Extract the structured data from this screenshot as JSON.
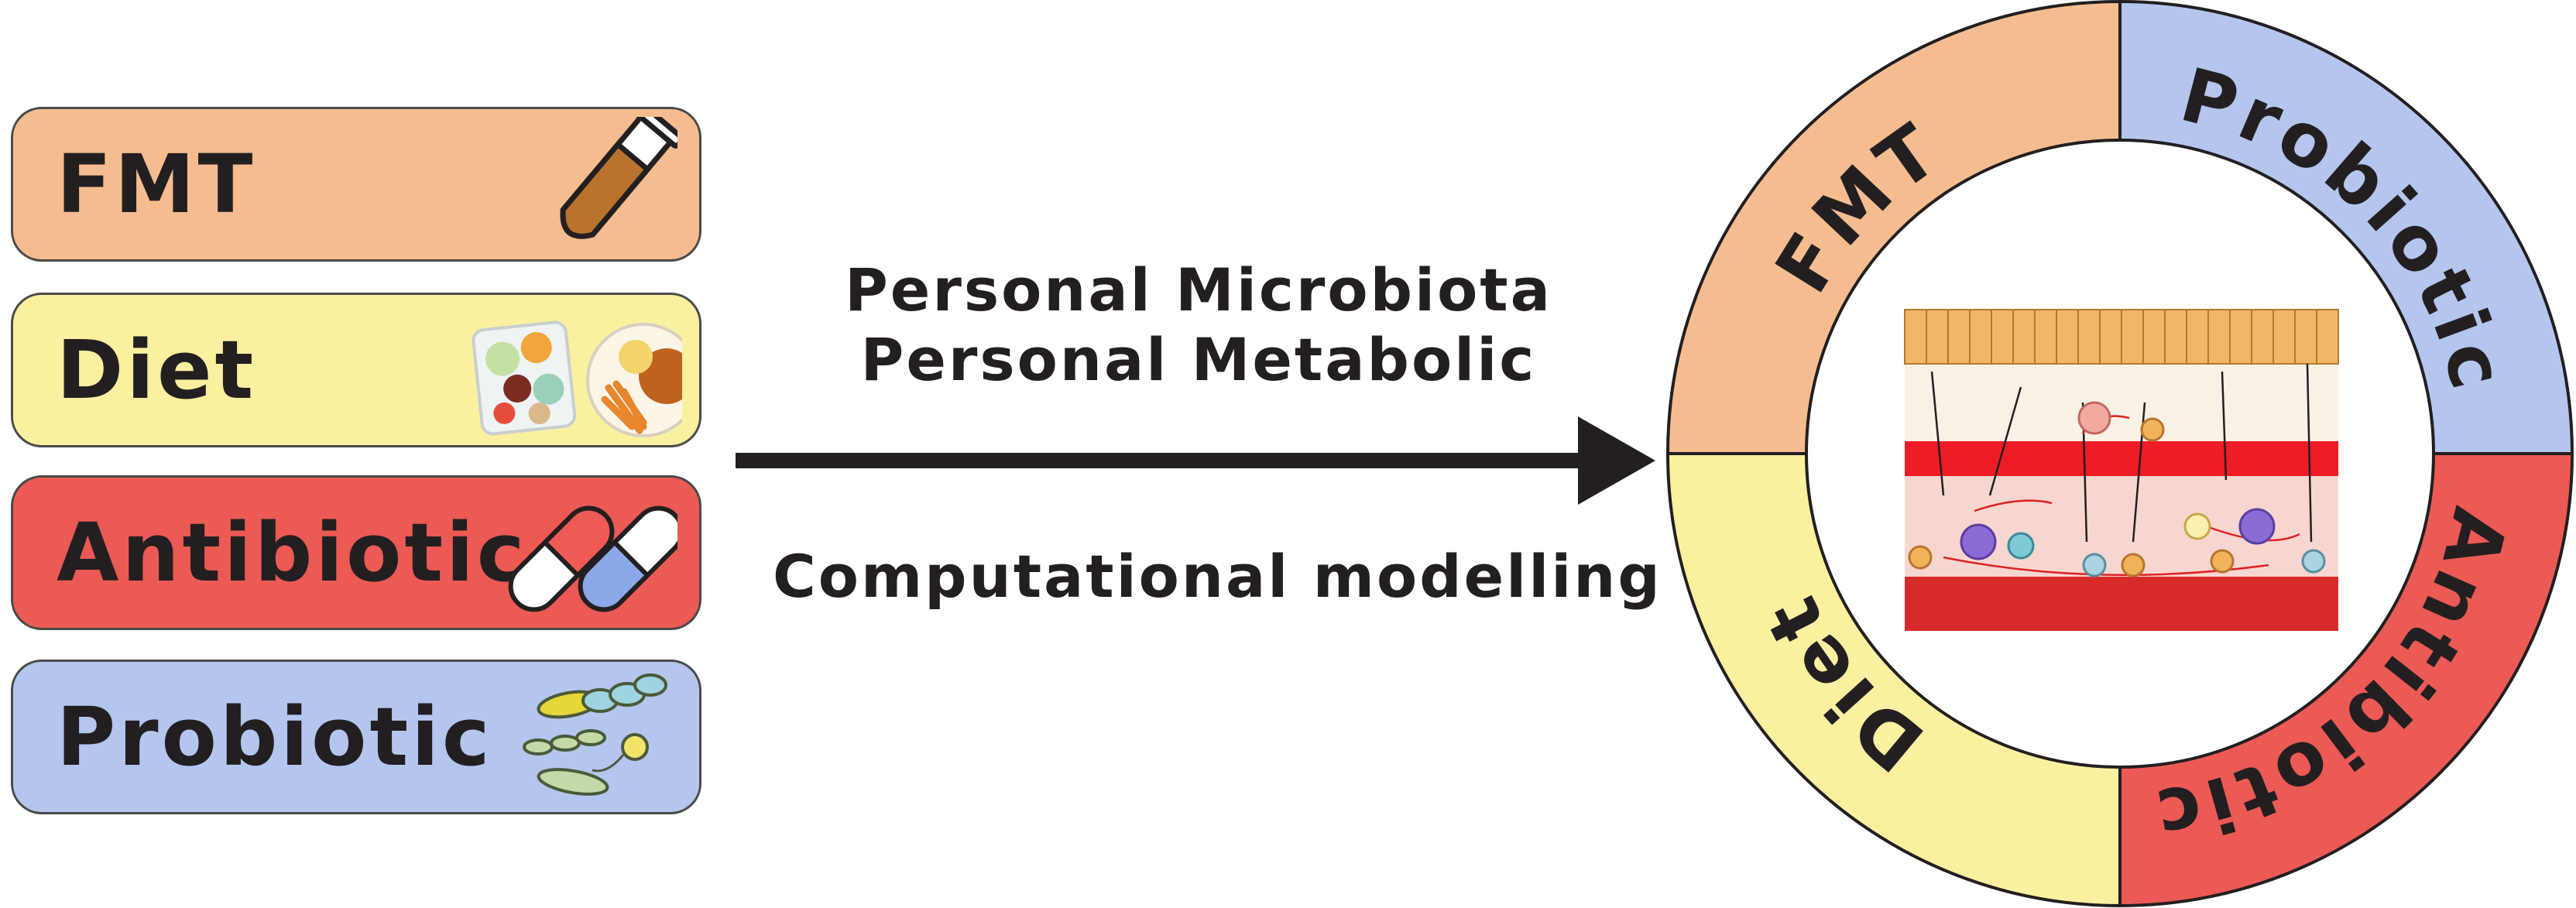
{
  "pills": [
    {
      "label": "FMT",
      "color": "#f5bd8f",
      "icon": "test-tube-icon"
    },
    {
      "label": "Diet",
      "color": "#fbf09f",
      "icon": "food-plate-icon"
    },
    {
      "label": "Antibiotic",
      "color": "#ec5a55",
      "icon": "capsule-pills-icon"
    },
    {
      "label": "Probiotic",
      "color": "#b4c6ee",
      "icon": "bacteria-icon"
    }
  ],
  "center": {
    "line1": "Personal Microbiota",
    "line2": "Personal Metabolic",
    "line3": "Computational modelling"
  },
  "wheel": {
    "fmt": "FMT",
    "probiotic": "Probiotic",
    "antibiotic": "Antibiotic",
    "diet": "Diet"
  }
}
